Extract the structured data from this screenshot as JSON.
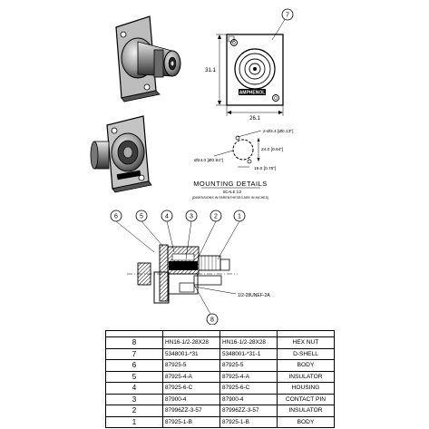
{
  "front_view": {
    "dim_height": "31.1",
    "dim_width": "26.1",
    "brand_label": "AMPHENOL",
    "callout": "7"
  },
  "mounting_details": {
    "title": "MOUNTING DETAILS",
    "scale": "SCALE 1/2",
    "note": "(DIMENSIONS IN PARENTHESES ARE IN INCHES)",
    "dim_hole": "2-Ø3.4 [Ø0.13\"]",
    "dim_bore": "Ø24.0 [Ø0.94\"]",
    "dim_v": "24.0 [0.94\"]",
    "dim_h": "19.0 [0.75\"]"
  },
  "section_view": {
    "callouts": [
      "6",
      "5",
      "4",
      "3",
      "2",
      "1"
    ],
    "bottom_callout": "8",
    "thread_note": "1/2-28UNEF-2A"
  },
  "bom": {
    "rows": [
      {
        "item": "8",
        "part1": "HN16-1/2-28X28",
        "part2": "HN16-1/2-28X28",
        "desc": "HEX NUT"
      },
      {
        "item": "7",
        "part1": "5348001-*31",
        "part2": "5348001-*31-1",
        "desc": "D-SHELL"
      },
      {
        "item": "6",
        "part1": "87925-5",
        "part2": "87925-5",
        "desc": "BODY"
      },
      {
        "item": "5",
        "part1": "87925-4-A",
        "part2": "87925-4-A",
        "desc": "INSULATOR"
      },
      {
        "item": "4",
        "part1": "87925-6-C",
        "part2": "87925-6-C",
        "desc": "HOUSING"
      },
      {
        "item": "3",
        "part1": "87900-4",
        "part2": "87900-4",
        "desc": "CONTACT PIN"
      },
      {
        "item": "2",
        "part1": "87996ZZ-3-57",
        "part2": "87996ZZ-3-57",
        "desc": "INSULATOR"
      },
      {
        "item": "1",
        "part1": "87925-1-B",
        "part2": "87925-1-B",
        "desc": "BODY"
      }
    ]
  }
}
